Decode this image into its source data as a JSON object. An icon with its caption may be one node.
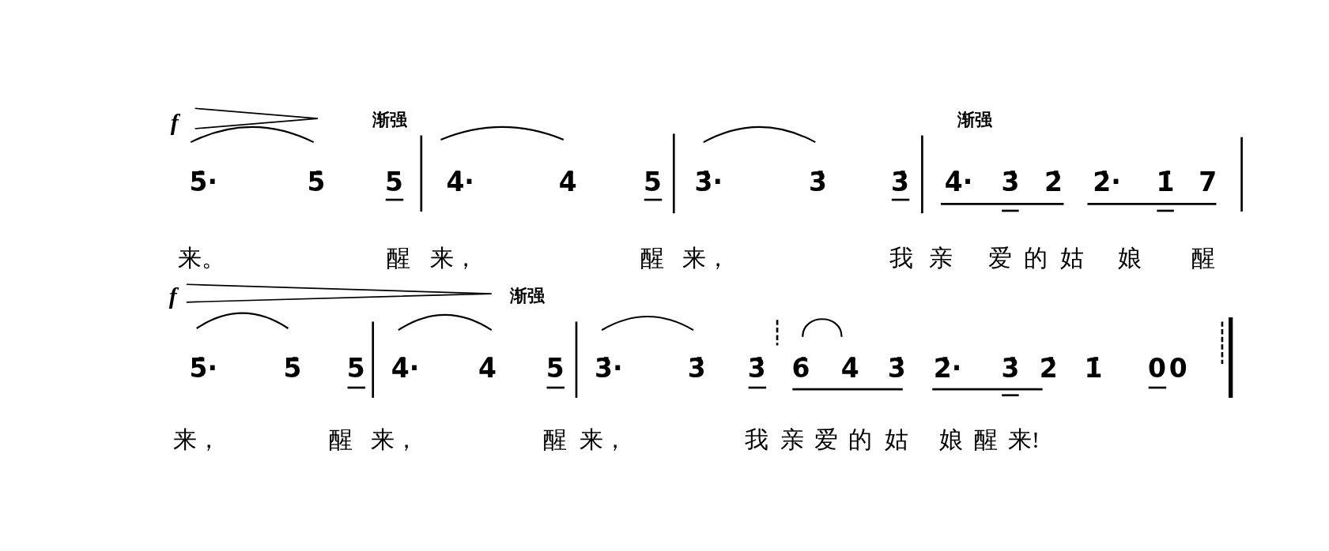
{
  "diagram": {
    "labels": [
      "f",
      "渐强",
      "渐强",
      "5̇·",
      "5̇",
      "5",
      "4̇·",
      "4̇",
      "5",
      "3̇·",
      "3̇",
      "3̇",
      "4̇·",
      "3̇",
      "2̇",
      "2̇·",
      "1̇",
      "7",
      "来。",
      "醒",
      "来，",
      "醒",
      "来，",
      "我",
      "亲",
      "爱",
      "的",
      "姑",
      "娘",
      "醒",
      "f",
      "渐强",
      "5̇·",
      "5̇",
      "5",
      "4̇·",
      "4̇",
      "5",
      "3̇·",
      "3̇",
      "3̇",
      "6̇",
      "4̇",
      "3̇",
      "2̇·",
      "3̇",
      "2̇",
      "1̇",
      "0",
      "0",
      "来，",
      "醒",
      "来，",
      "醒",
      "来，",
      "我",
      "亲",
      "爱",
      "的",
      "姑",
      "娘",
      "醒",
      "来!"
    ]
  }
}
